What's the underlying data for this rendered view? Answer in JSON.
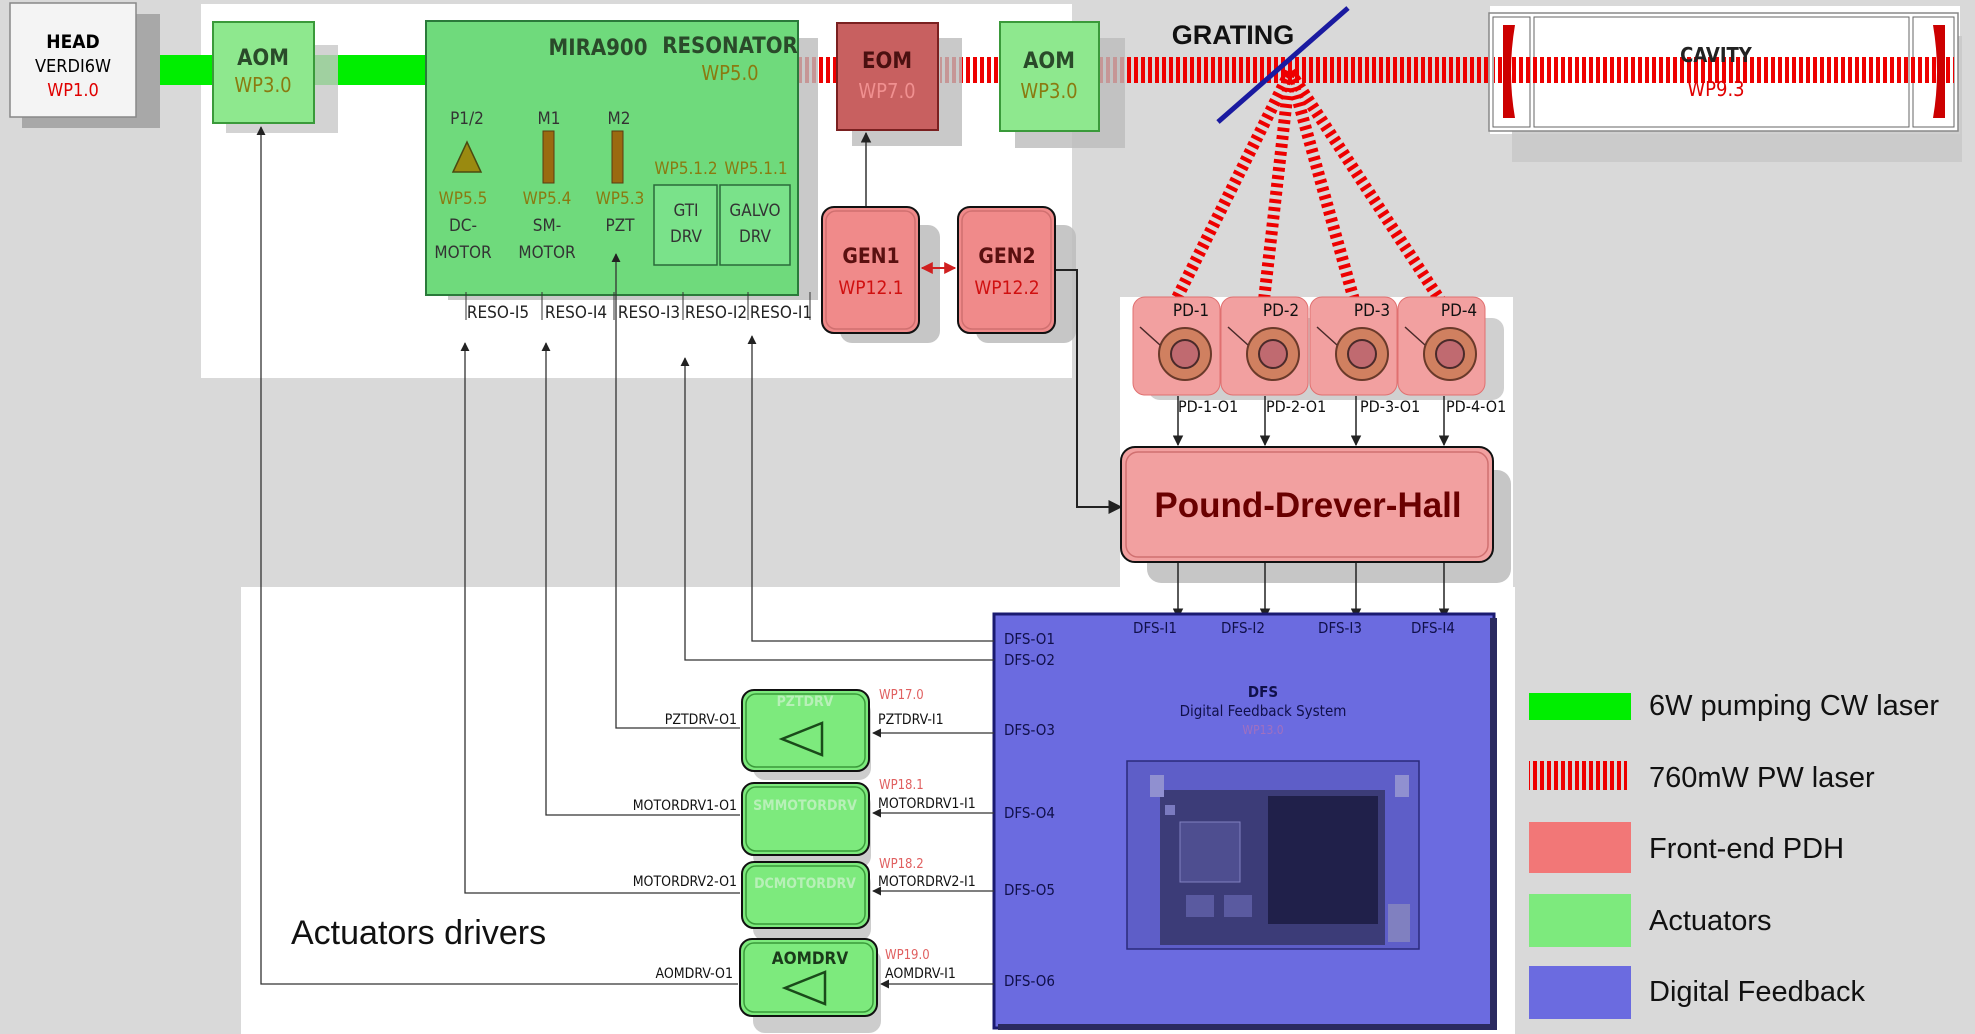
{
  "colors": {
    "background": "#d9d9d9",
    "pump_laser": "#00ee00",
    "pulsed_laser": "#ee0000",
    "frontend_pdh": "#f27777",
    "actuators": "#7dea7d",
    "digital_feedback": "#6b6be0",
    "label_red": "#e00000",
    "label_olive": "#8a7a10"
  },
  "head": {
    "title": "HEAD",
    "model": "VERDI6W",
    "wp": "WP1.0"
  },
  "aom1": {
    "title": "AOM",
    "wp": "WP3.0"
  },
  "resonator": {
    "title": "MIRA900",
    "subtitle": "RESONATOR",
    "wp": "WP5.0",
    "elements": [
      {
        "top": "P1/2",
        "wp": "WP5.5",
        "line1": "DC-",
        "line2": "MOTOR"
      },
      {
        "top": "M1",
        "wp": "WP5.4",
        "line1": "SM-",
        "line2": "MOTOR"
      },
      {
        "top": "M2",
        "wp": "WP5.3",
        "line1": "PZT",
        "line2": ""
      }
    ],
    "drivers": [
      {
        "wp": "WP5.1.2",
        "line1": "GTI",
        "line2": "DRV"
      },
      {
        "wp": "WP5.1.1",
        "line1": "GALVO",
        "line2": "DRV"
      }
    ],
    "ports": [
      "RESO-I5",
      "RESO-I4",
      "RESO-I3",
      "RESO-I2",
      "RESO-I1"
    ]
  },
  "eom": {
    "title": "EOM",
    "wp": "WP7.0"
  },
  "aom2": {
    "title": "AOM",
    "wp": "WP3.0"
  },
  "grating": {
    "title": "GRATING"
  },
  "cavity": {
    "title": "CAVITY",
    "wp": "WP9.3"
  },
  "gen1": {
    "title": "GEN1",
    "wp": "WP12.1"
  },
  "gen2": {
    "title": "GEN2",
    "wp": "WP12.2"
  },
  "photodiodes": [
    {
      "label": "PD-1",
      "out": "PD-1-O1"
    },
    {
      "label": "PD-2",
      "out": "PD-2-O1"
    },
    {
      "label": "PD-3",
      "out": "PD-3-O1"
    },
    {
      "label": "PD-4",
      "out": "PD-4-O1"
    }
  ],
  "pdh": {
    "title": "Pound-Drever-Hall"
  },
  "dfs": {
    "title": "DFS",
    "subtitle": "Digital Feedback System",
    "wp": "WP13.0",
    "inputs": [
      "DFS-I1",
      "DFS-I2",
      "DFS-I3",
      "DFS-I4"
    ],
    "outputs": [
      "DFS-O1",
      "DFS-O2",
      "DFS-O3",
      "DFS-O4",
      "DFS-O5",
      "DFS-O6"
    ]
  },
  "drivers": [
    {
      "title": "PZTDRV",
      "wp": "WP17.0",
      "out": "PZTDRV-O1",
      "in": "PZTDRV-I1"
    },
    {
      "title": "SMMOTORDRV",
      "wp": "WP18.1",
      "out": "MOTORDRV1-O1",
      "in": "MOTORDRV1-I1"
    },
    {
      "title": "DCMOTORDRV",
      "wp": "WP18.2",
      "out": "MOTORDRV2-O1",
      "in": "MOTORDRV2-I1"
    },
    {
      "title": "AOMDRV",
      "wp": "WP19.0",
      "out": "AOMDRV-O1",
      "in": "AOMDRV-I1"
    }
  ],
  "actuators_label": "Actuators drivers",
  "legend": [
    {
      "label": "6W pumping CW laser",
      "kind": "pump"
    },
    {
      "label": "760mW PW laser",
      "kind": "pulsed"
    },
    {
      "label": "Front-end PDH",
      "kind": "pdh"
    },
    {
      "label": "Actuators",
      "kind": "actuator"
    },
    {
      "label": "Digital Feedback",
      "kind": "feedback"
    }
  ]
}
